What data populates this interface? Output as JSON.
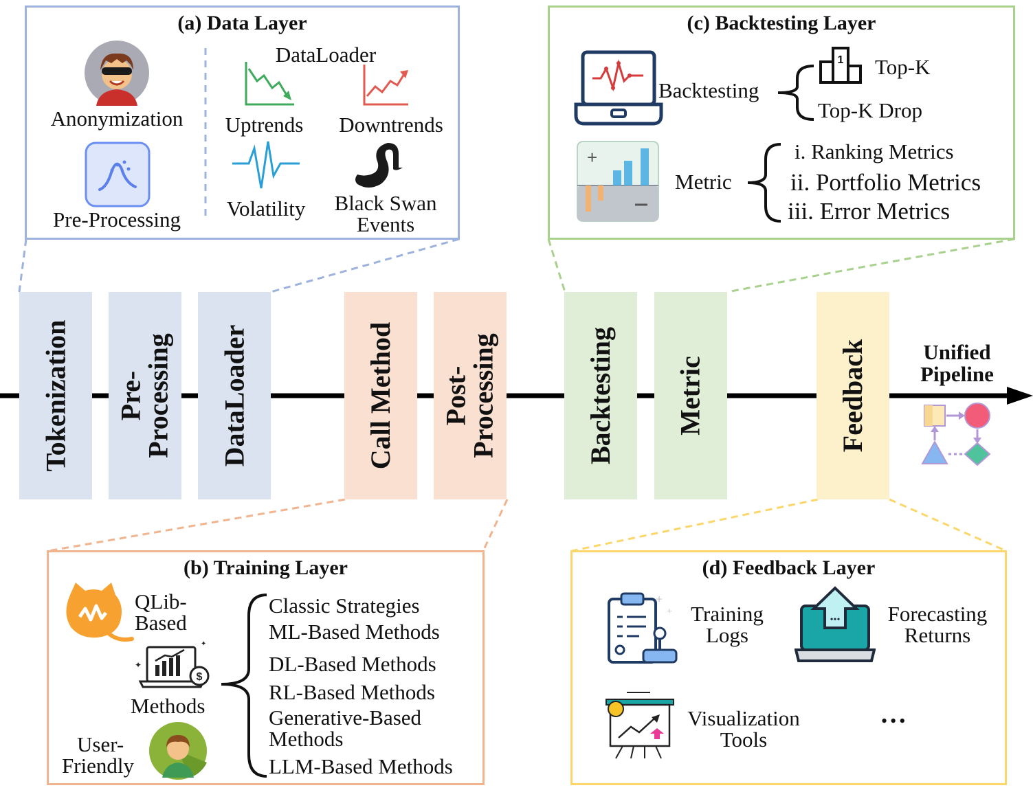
{
  "pipeline": {
    "stages": [
      {
        "label": "Tokenization"
      },
      {
        "label": "Pre-\nProcessing"
      },
      {
        "label": "DataLoader"
      },
      {
        "label": "Call Method"
      },
      {
        "label": "Post-\nProcessing"
      },
      {
        "label": "Backtesting"
      },
      {
        "label": "Metric"
      },
      {
        "label": "Feedback"
      }
    ],
    "unified_label_line1": "Unified",
    "unified_label_line2": "Pipeline"
  },
  "data_layer": {
    "title": "(a) Data Layer",
    "anonymization": "Anonymization",
    "preprocessing": "Pre-Processing",
    "dataloader": "DataLoader",
    "uptrends": "Uptrends",
    "downtrends": "Downtrends",
    "volatility": "Volatility",
    "black_swan_line1": "Black Swan",
    "black_swan_line2": "Events"
  },
  "training_layer": {
    "title": "(b) Training Layer",
    "qlib_line1": "QLib-",
    "qlib_line2": "Based",
    "methods": "Methods",
    "user_line1": "User-",
    "user_line2": "Friendly",
    "items": [
      "Classic Strategies",
      "ML-Based Methods",
      "DL-Based Methods",
      "RL-Based Methods",
      "Generative-Based",
      "Methods",
      "LLM-Based Methods"
    ]
  },
  "backtesting_layer": {
    "title": "(c) Backtesting Layer",
    "backtesting": "Backtesting",
    "topk": "Top-K",
    "topk_drop": "Top-K Drop",
    "metric": "Metric",
    "metrics": [
      "i. Ranking Metrics",
      "ii. Portfolio Metrics",
      "iii. Error Metrics"
    ],
    "podium_number": "1"
  },
  "feedback_layer": {
    "title": "(d) Feedback Layer",
    "training_logs_line1": "Training",
    "training_logs_line2": "Logs",
    "forecasting_line1": "Forecasting",
    "forecasting_line2": "Returns",
    "visualization_line1": "Visualization",
    "visualization_line2": "Tools",
    "ellipsis": "•••"
  },
  "colors": {
    "data": "#9db3dd",
    "training": "#f0b48f",
    "backtesting": "#a9d18e",
    "feedback": "#fad66b"
  }
}
